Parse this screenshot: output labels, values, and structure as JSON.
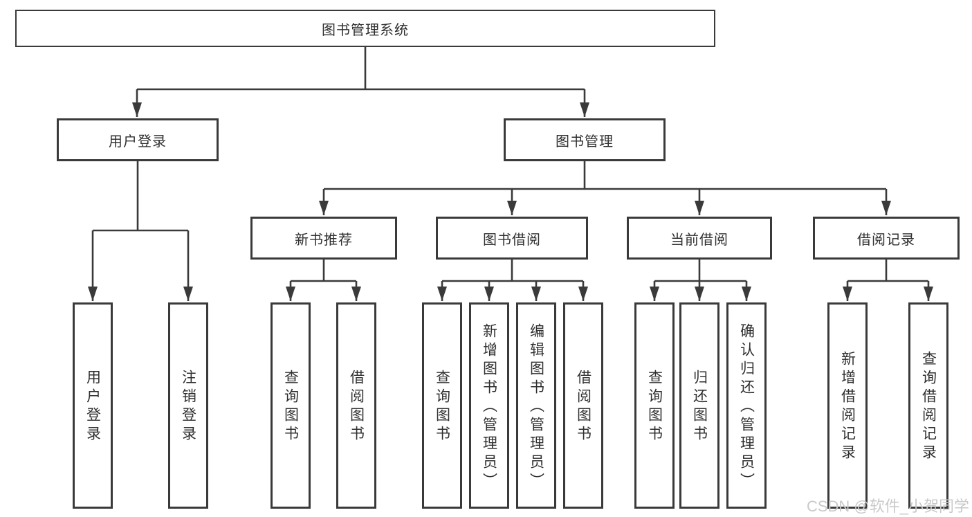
{
  "colors": {
    "line": "#3a3a3a",
    "text": "#2f2f2f",
    "watermark": "#c9c9c9",
    "background": "#ffffff"
  },
  "watermark": {
    "text": "CSDN @软件_小贺同学"
  },
  "tree": {
    "root": {
      "label": "图书管理系统"
    },
    "branches": [
      {
        "label": "用户登录",
        "children": [
          {
            "label": "用户登录"
          },
          {
            "label": "注销登录"
          }
        ]
      },
      {
        "label": "图书管理",
        "children": [
          {
            "label": "新书推荐",
            "children": [
              {
                "label": "查询图书"
              },
              {
                "label": "借阅图书"
              }
            ]
          },
          {
            "label": "图书借阅",
            "children": [
              {
                "label": "查询图书"
              },
              {
                "label": "新增图书（管理员）"
              },
              {
                "label": "编辑图书（管理员）"
              },
              {
                "label": "借阅图书"
              }
            ]
          },
          {
            "label": "当前借阅",
            "children": [
              {
                "label": "查询图书"
              },
              {
                "label": "归还图书"
              },
              {
                "label": "确认归还（管理员）"
              }
            ]
          },
          {
            "label": "借阅记录",
            "children": [
              {
                "label": "新增借阅记录"
              },
              {
                "label": "查询借阅记录"
              }
            ]
          }
        ]
      }
    ]
  }
}
